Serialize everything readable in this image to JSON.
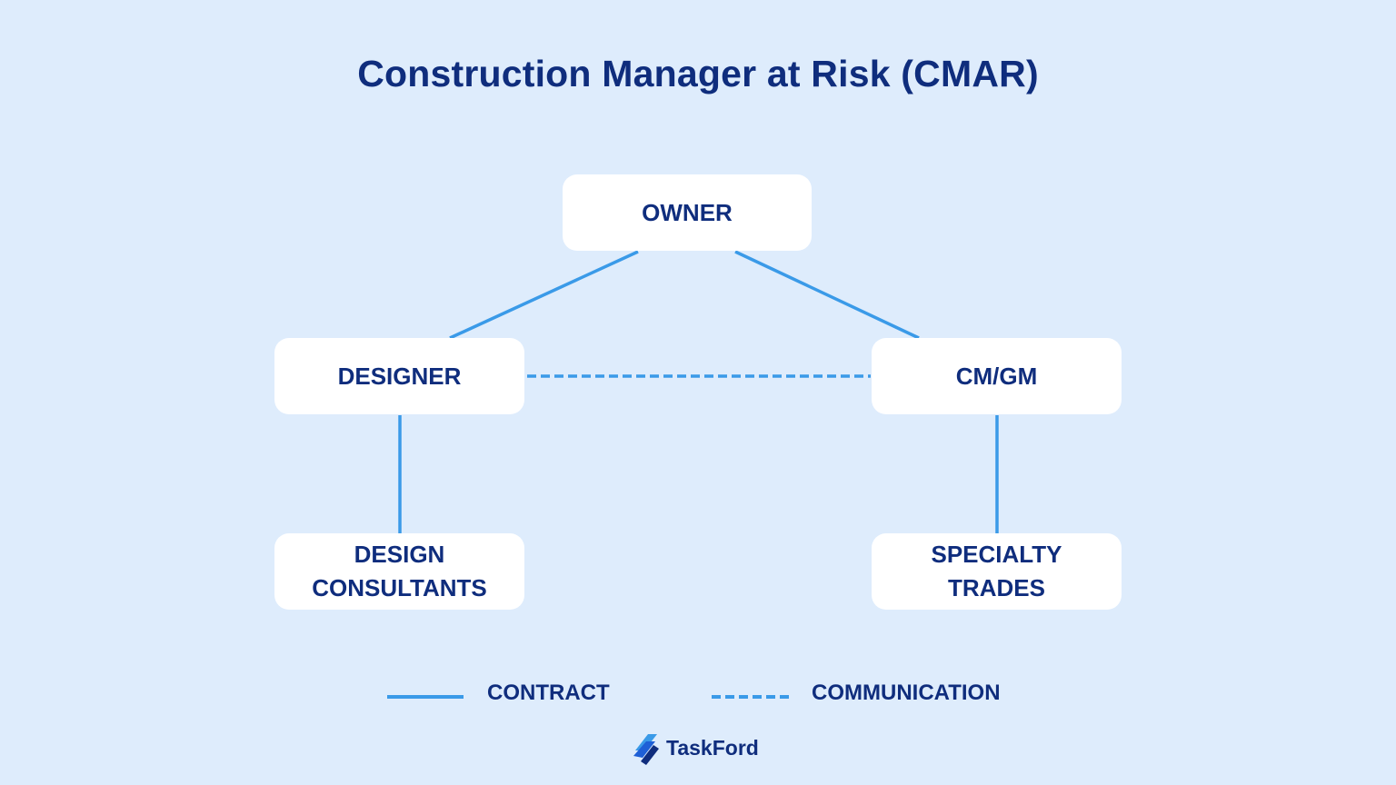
{
  "title": "Construction Manager at Risk (CMAR)",
  "nodes": {
    "owner": "OWNER",
    "designer": "DESIGNER",
    "cm_gm": "CM/GM",
    "design_consultants": "DESIGN\nCONSULTANTS",
    "specialty_trades": "SPECIALTY\nTRADES"
  },
  "relationships": [
    {
      "from": "OWNER",
      "to": "DESIGNER",
      "type": "contract"
    },
    {
      "from": "OWNER",
      "to": "CM/GM",
      "type": "contract"
    },
    {
      "from": "DESIGNER",
      "to": "CM/GM",
      "type": "communication"
    },
    {
      "from": "DESIGNER",
      "to": "DESIGN CONSULTANTS",
      "type": "contract"
    },
    {
      "from": "CM/GM",
      "to": "SPECIALTY TRADES",
      "type": "contract"
    }
  ],
  "legend": {
    "contract": "CONTRACT",
    "communication": "COMMUNICATION"
  },
  "brand": {
    "name": "TaskFord",
    "icon": "taskford-logo-icon"
  },
  "colors": {
    "background": "#deecfc",
    "text": "#0f2d7d",
    "line": "#3a9ae8",
    "node": "#ffffff"
  }
}
